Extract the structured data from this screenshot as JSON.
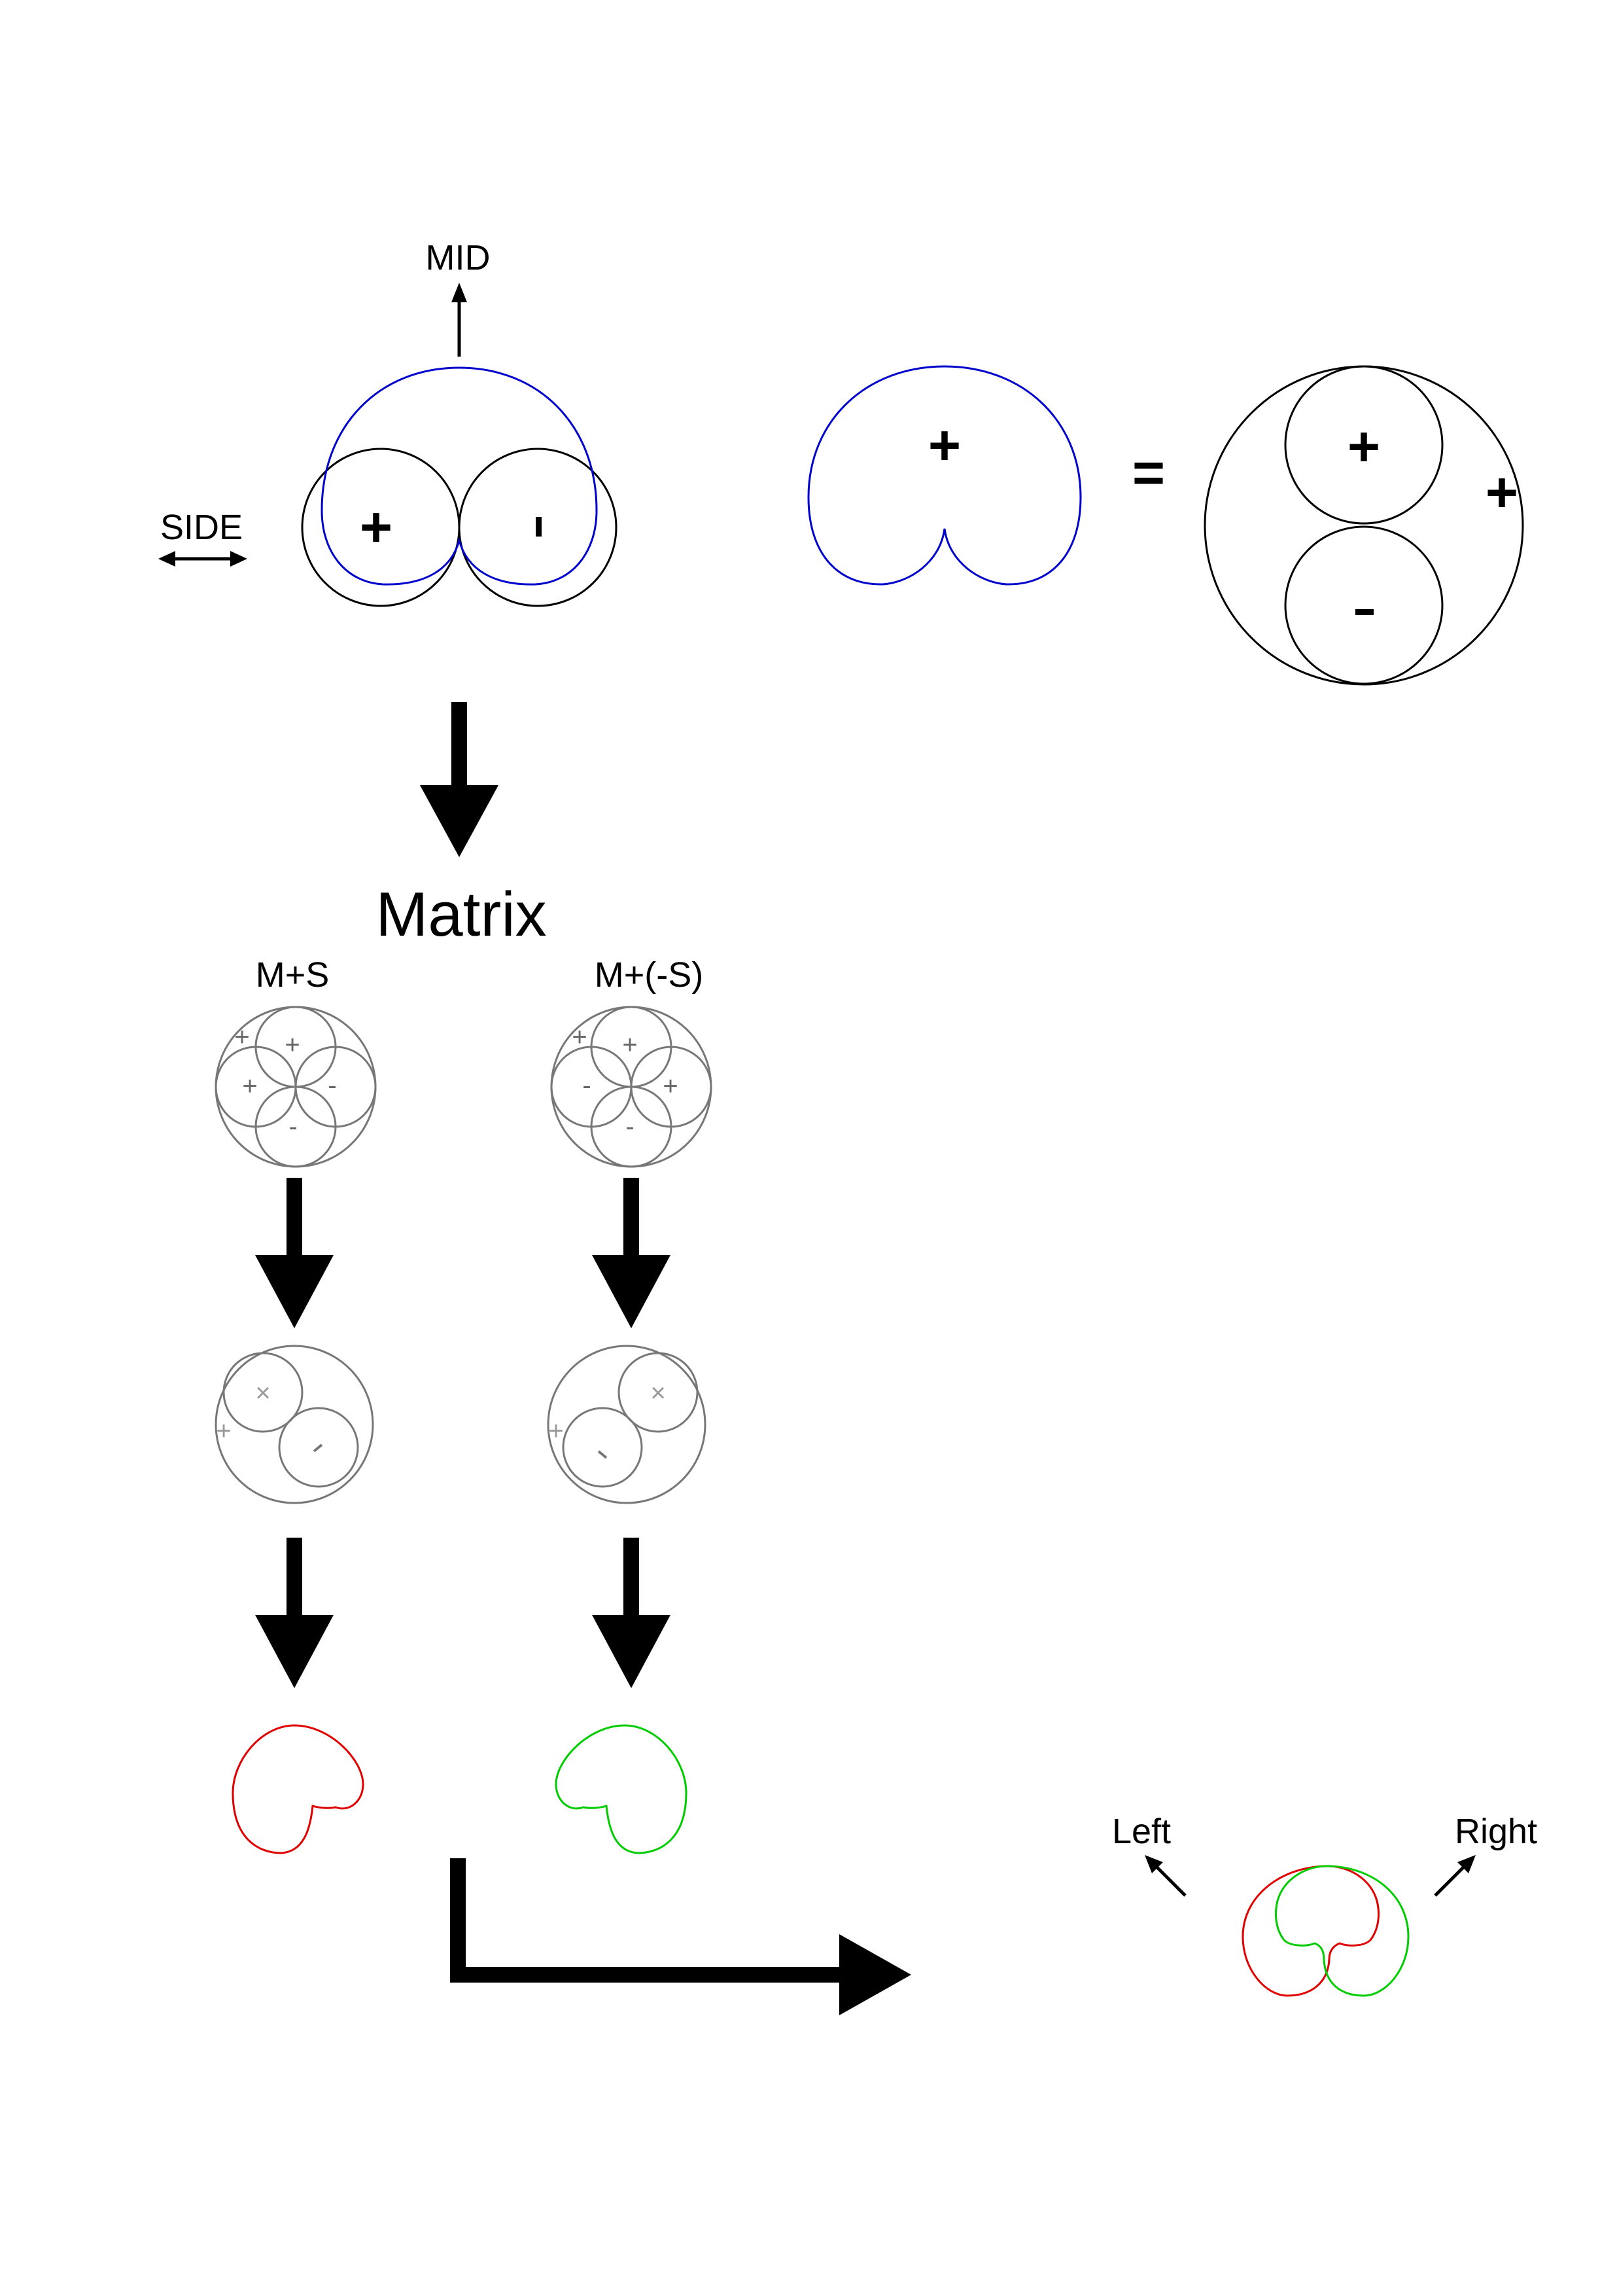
{
  "colors": {
    "ink": "#000000",
    "mid_side_sum": "#0000cc",
    "left": "#e00000",
    "right": "#00cc00",
    "gray": "#777777",
    "light_gray": "#999999"
  },
  "labels": {
    "mid": "MID",
    "side": "SIDE",
    "matrix": "Matrix",
    "m_plus_s": "M+S",
    "m_minus_s": "M+(-S)",
    "left": "Left",
    "right": "Right",
    "equals": "="
  },
  "signs": {
    "fig8_left": "+",
    "fig8_right": "-",
    "cardioid": "+",
    "omni": "+",
    "eq_top": "+",
    "eq_bottom": "-",
    "sum_a": "+",
    "sum_b": "-",
    "rot_x": "×",
    "rot_plus": "+"
  },
  "icons": {
    "mid_arrow": "arrow-up-icon",
    "side_arrow": "double-arrow-horizontal-icon",
    "down_arrow": "arrow-down-icon",
    "elbow_arrow": "elbow-arrow-right-icon",
    "left_arrow": "arrow-up-left-icon",
    "right_arrow": "arrow-up-right-icon"
  }
}
